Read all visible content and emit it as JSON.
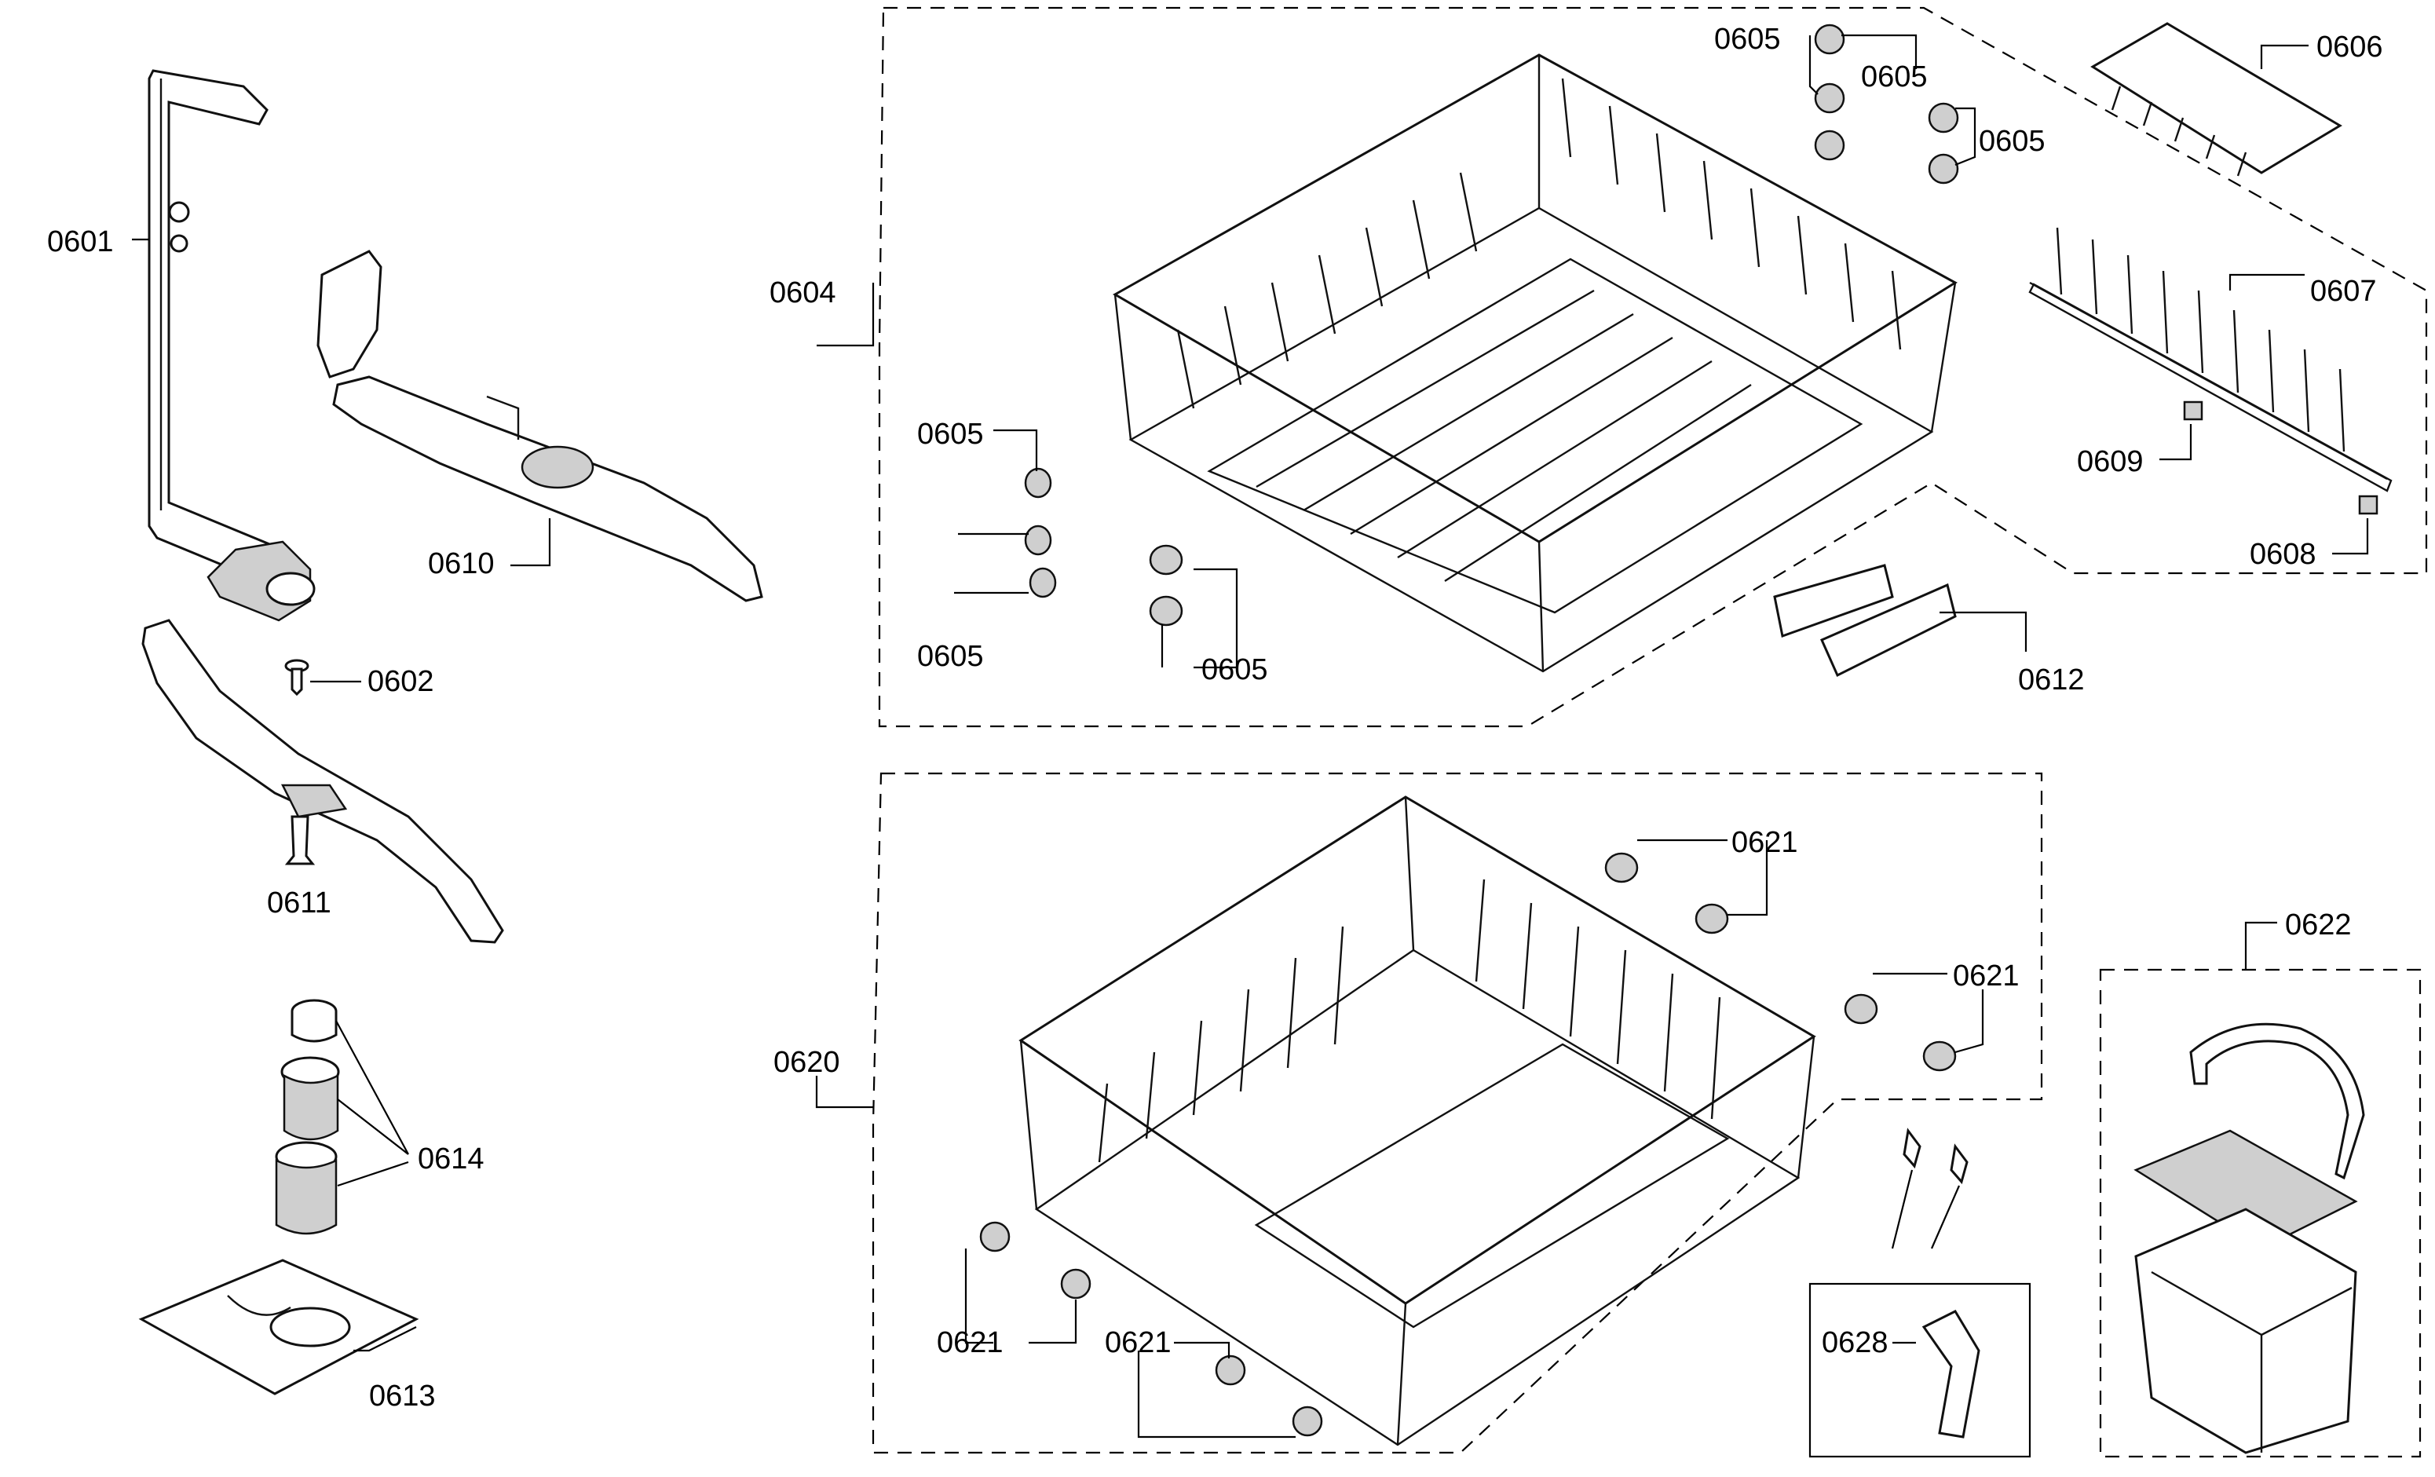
{
  "diagram": {
    "labels": {
      "l0601": "0601",
      "l0602": "0602",
      "l0604": "0604",
      "l0605a": "0605",
      "l0605b": "0605",
      "l0605c": "0605",
      "l0605d": "0605",
      "l0605e": "0605",
      "l0605f": "0605",
      "l0606": "0606",
      "l0607": "0607",
      "l0608": "0608",
      "l0609": "0609",
      "l0610": "0610",
      "l0611": "0611",
      "l0612": "0612",
      "l0613": "0613",
      "l0614": "0614",
      "l0620": "0620",
      "l0621a": "0621",
      "l0621b": "0621",
      "l0621c": "0621",
      "l0621d": "0621",
      "l0622": "0622",
      "l0628": "0628"
    }
  }
}
